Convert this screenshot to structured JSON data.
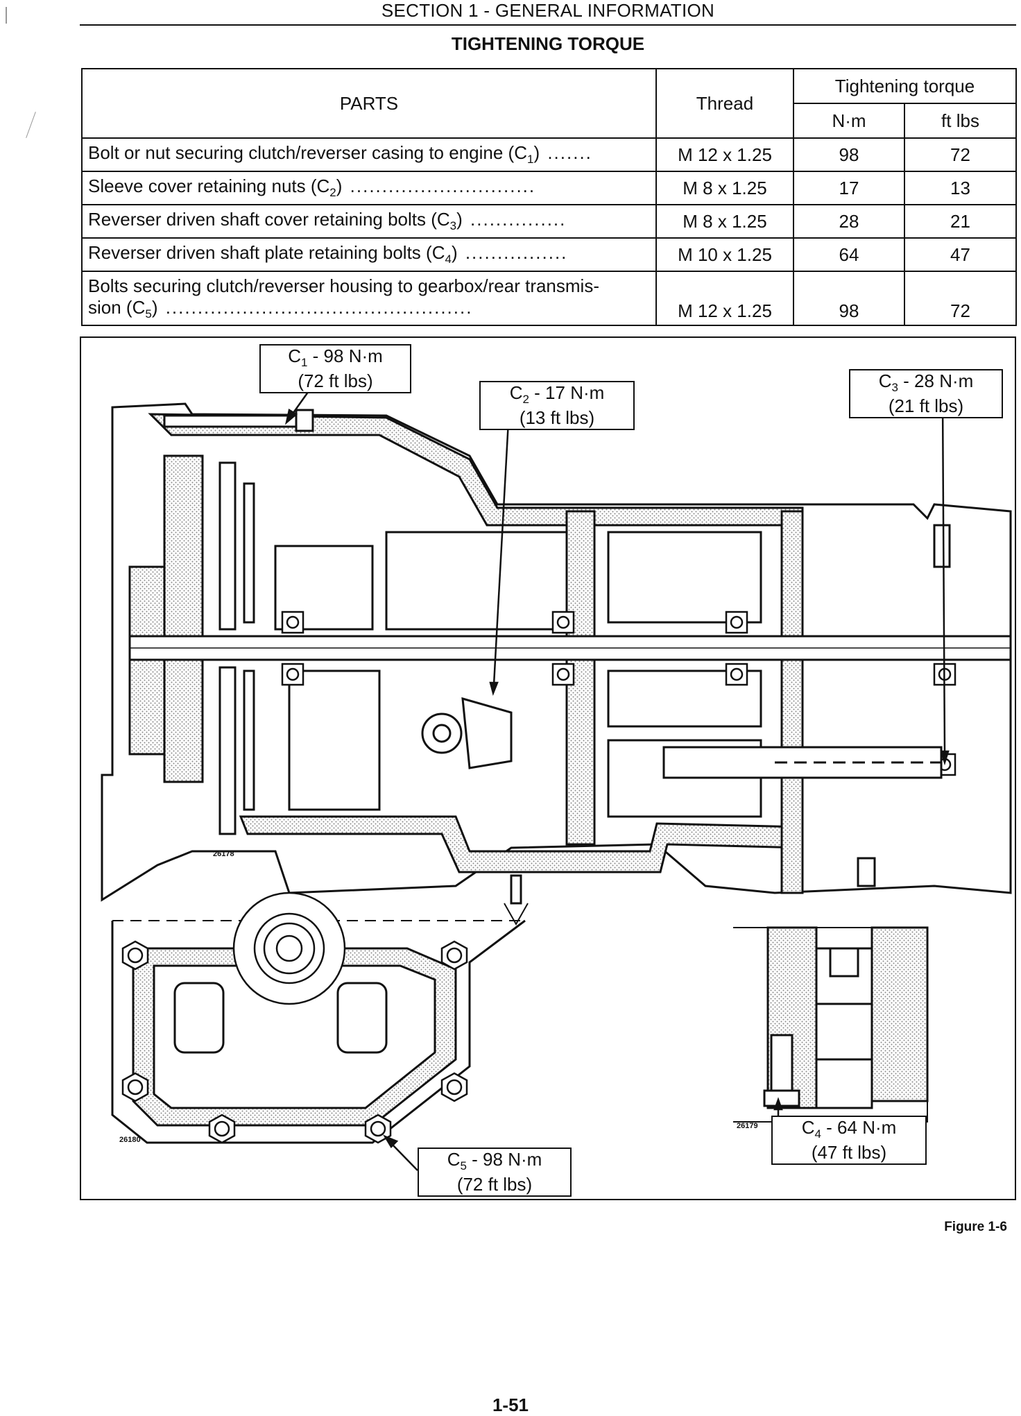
{
  "header": {
    "section": "SECTION 1 - GENERAL INFORMATION",
    "title": "TIGHTENING TORQUE"
  },
  "table": {
    "col_parts": "PARTS",
    "col_thread": "Thread",
    "col_torque": "Tightening torque",
    "col_nm": "N·m",
    "col_ftlbs": "ft lbs",
    "rows": [
      {
        "part": "Bolt or nut securing clutch/reverser casing to engine (C",
        "sub": "1",
        "dots": ") .......",
        "thread": "M 12 x 1.25",
        "nm": "98",
        "ftlbs": "72"
      },
      {
        "part": "Sleeve cover retaining nuts (C",
        "sub": "2",
        "dots": ") .............................",
        "thread": "M 8 x 1.25",
        "nm": "17",
        "ftlbs": "13"
      },
      {
        "part": "Reverser driven shaft cover retaining bolts (C",
        "sub": "3",
        "dots": ")  ...............",
        "thread": "M 8 x 1.25",
        "nm": "28",
        "ftlbs": "21"
      },
      {
        "part": "Reverser driven shaft plate retaining bolts (C",
        "sub": "4",
        "dots": ") ................",
        "thread": "M 10 x 1.25",
        "nm": "64",
        "ftlbs": "47"
      },
      {
        "part": "Bolts securing clutch/reverser housing to gearbox/rear transmis-",
        "part2": "sion (C",
        "sub": "5",
        "dots": ") ................................................",
        "thread": "M 12 x 1.25",
        "nm": "98",
        "ftlbs": "72"
      }
    ]
  },
  "figure": {
    "callouts": [
      {
        "label": "C",
        "sub": "1",
        "line1": " - 98 N·m",
        "line2": "(72 ft lbs)"
      },
      {
        "label": "C",
        "sub": "2",
        "line1": " - 17 N·m",
        "line2": "(13 ft lbs)"
      },
      {
        "label": "C",
        "sub": "3",
        "line1": " - 28 N·m",
        "line2": "(21 ft lbs)"
      },
      {
        "label": "C",
        "sub": "4",
        "line1": " - 64 N·m",
        "line2": "(47 ft lbs)"
      },
      {
        "label": "C",
        "sub": "5",
        "line1": " - 98 N·m",
        "line2": "(72 ft lbs)"
      }
    ],
    "ref_main": "26178",
    "ref_front": "26180",
    "ref_detail": "26179",
    "caption": "Figure 1-6"
  },
  "footer": {
    "page_number": "1-51"
  },
  "colors": {
    "ink": "#111111",
    "hatch": "#9a9a9a"
  }
}
